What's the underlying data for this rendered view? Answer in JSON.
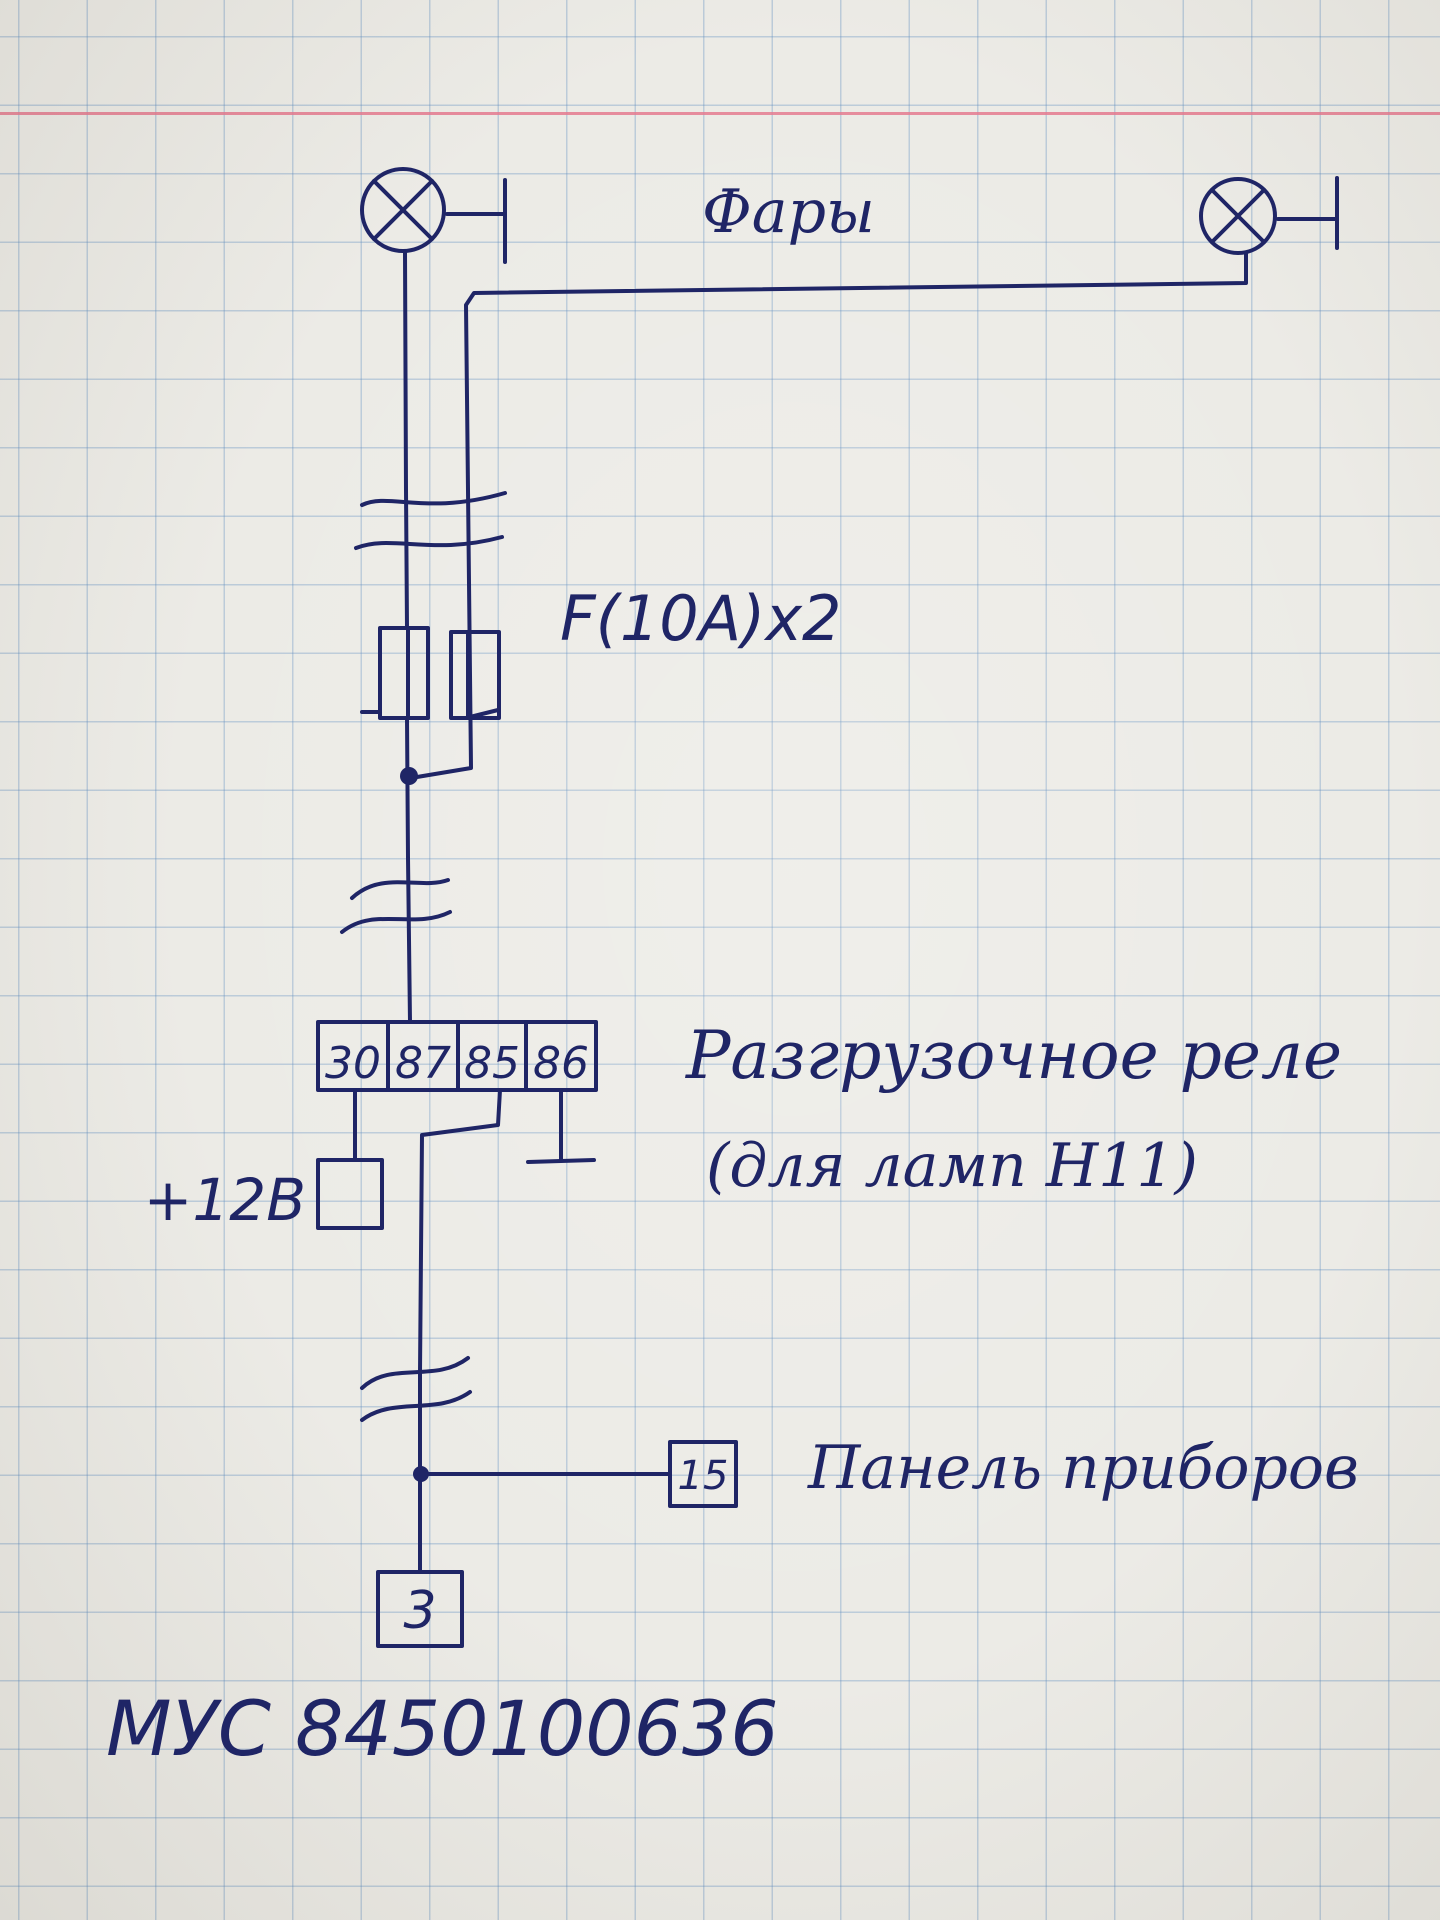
{
  "diagram": {
    "headlights_label": "Фары",
    "fuse_label": "F(10A)x2",
    "relay": {
      "pins": [
        "30",
        "87",
        "85",
        "86"
      ],
      "title": "Разгрузочное реле",
      "subtitle": "(для ламп H11)"
    },
    "power_label": "+12B",
    "dashboard": {
      "pin": "15",
      "label": "Панель приборов"
    },
    "mus": {
      "pin": "3",
      "label": "МУС 8450100636"
    },
    "icons": {
      "lamp_left": "lamp-icon",
      "lamp_right": "lamp-icon",
      "ground_left": "ground-icon",
      "ground_right": "ground-icon",
      "relay_ground": "ground-icon"
    },
    "colors": {
      "ink": "#1f2566",
      "grid": "#5f8cbe",
      "margin": "#e57a8e",
      "paper": "#ecebe6"
    }
  }
}
